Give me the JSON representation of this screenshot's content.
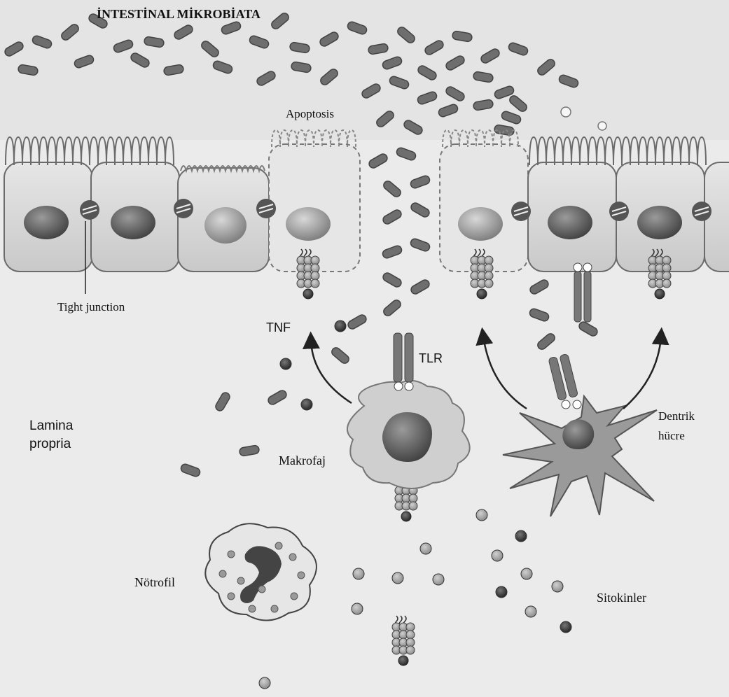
{
  "labels": {
    "microbiota": "İNTESTİNAL MİKROBİATA",
    "apoptosis": "Apoptosis",
    "tight_junction": "Tight junction",
    "tnf": "TNF",
    "tlr": "TLR",
    "lamina_1": "Lamina",
    "lamina_2": "propria",
    "makrofaj": "Makrofaj",
    "dentrik_1": "Dentrik",
    "dentrik_2": "hücre",
    "notrofil": "Nötrofil",
    "sitokinler": "Sitokinler"
  },
  "colors": {
    "background": "#e9e9e9",
    "lumen": "#e2e2e2",
    "cell_fill": "#d8d8d8",
    "cell_stroke": "#6b6b6b",
    "nucleus": "#555555",
    "bacterium": "#6f6f6f",
    "cytokine_dark": "#3a3a3a",
    "cytokine_light": "#a8a8a8"
  },
  "icons": [
    "bacterium-icon",
    "epithelial-cell-icon",
    "nucleus-icon",
    "tight-junction-icon",
    "receptor-icon",
    "cytokine-icon",
    "macrophage-icon",
    "dendritic-cell-icon",
    "neutrophil-icon"
  ]
}
